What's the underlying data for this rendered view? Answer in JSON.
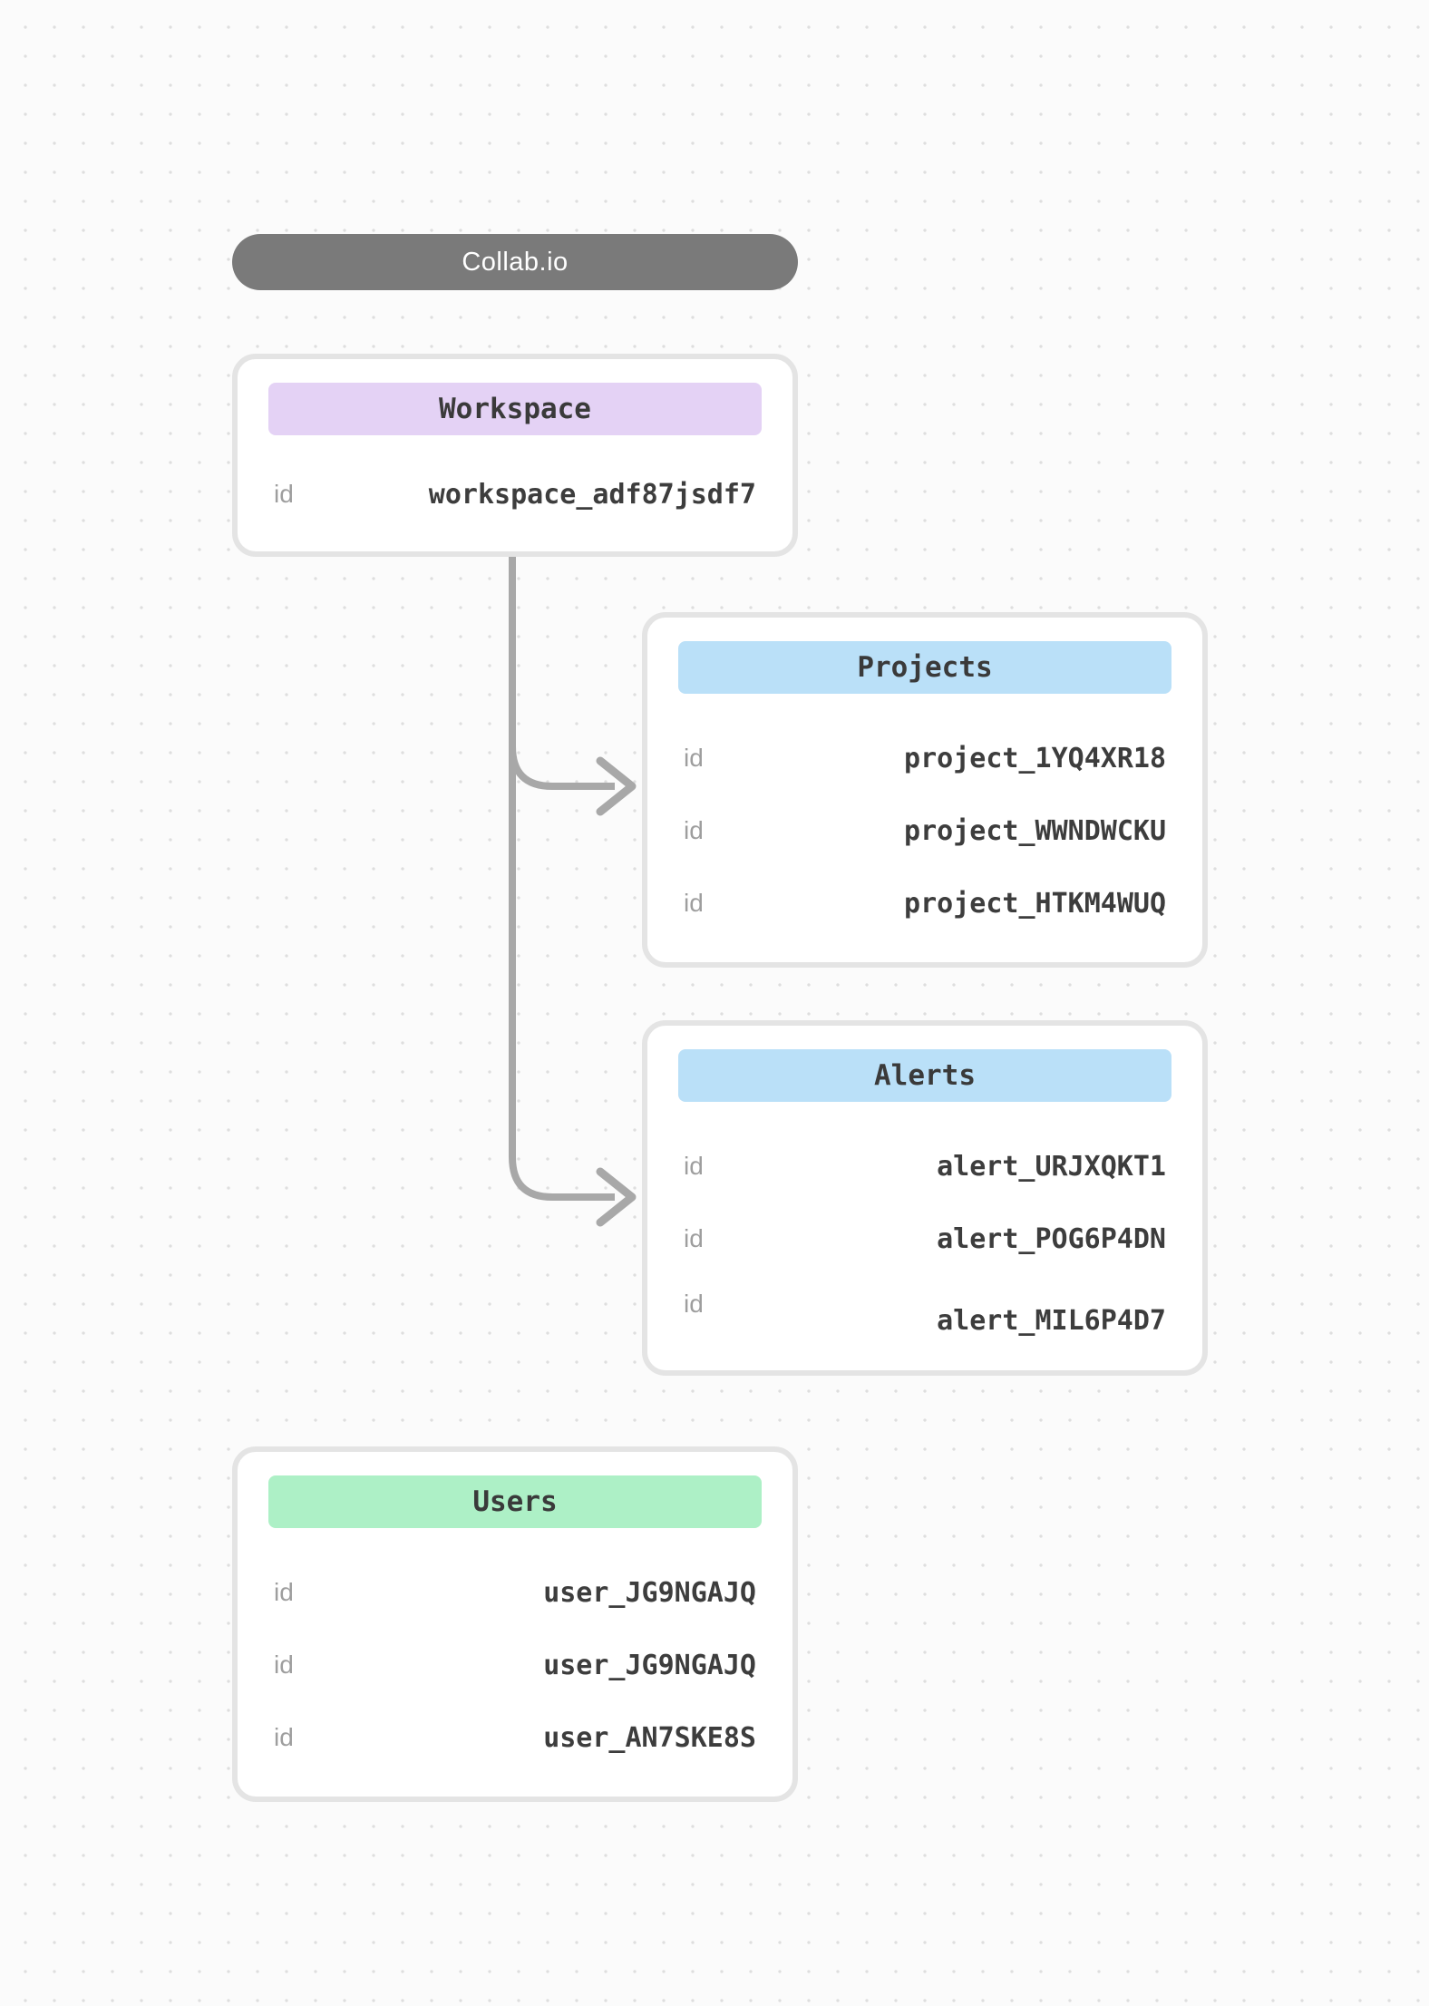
{
  "app": {
    "title": "Collab.io"
  },
  "colors": {
    "pill_bg": "#7a7a7a",
    "workspace_header_bg": "#e4d2f5",
    "projects_header_bg": "#bae0f8",
    "alerts_header_bg": "#bae0f8",
    "users_header_bg": "#adf0c6",
    "connector": "#a8a8a8"
  },
  "cards": {
    "workspace": {
      "title": "Workspace",
      "rows": [
        {
          "key": "id",
          "value": "workspace_adf87jsdf7"
        }
      ]
    },
    "projects": {
      "title": "Projects",
      "rows": [
        {
          "key": "id",
          "value": "project_1YQ4XR18"
        },
        {
          "key": "id",
          "value": "project_WWNDWCKU"
        },
        {
          "key": "id",
          "value": "project_HTKM4WUQ"
        }
      ]
    },
    "alerts": {
      "title": "Alerts",
      "rows": [
        {
          "key": "id",
          "value": "alert_URJXQKT1"
        },
        {
          "key": "id",
          "value": "alert_POG6P4DN"
        },
        {
          "key": "id",
          "value": "alert_MIL6P4D7"
        }
      ]
    },
    "users": {
      "title": "Users",
      "rows": [
        {
          "key": "id",
          "value": "user_JG9NGAJQ"
        },
        {
          "key": "id",
          "value": "user_JG9NGAJQ"
        },
        {
          "key": "id",
          "value": "user_AN7SKE8S"
        }
      ]
    }
  }
}
